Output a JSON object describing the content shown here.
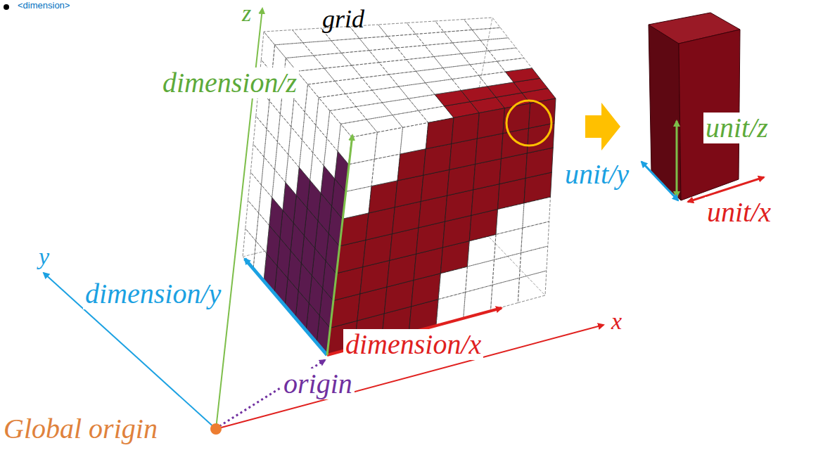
{
  "diagram": {
    "labels": [
      "<dimension>",
      "z",
      "grid",
      "dimension/z",
      "unit/z",
      "unit/y",
      "unit/x",
      "y",
      "dimension/y",
      "x",
      "dimension/x",
      "origin",
      "Global origin"
    ]
  }
}
